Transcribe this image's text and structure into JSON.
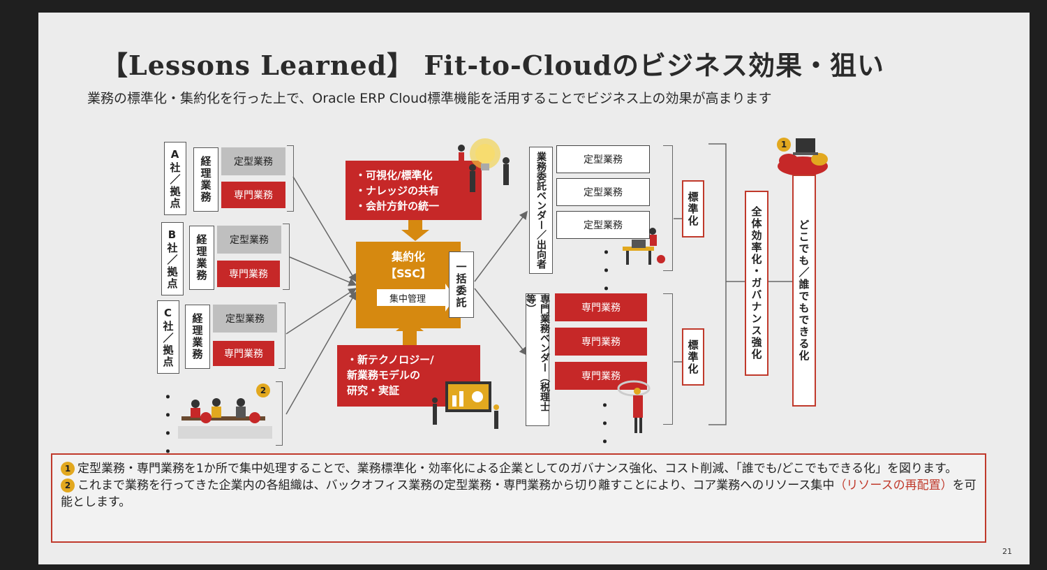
{
  "header": {
    "title": "【Lessons Learned】 Fit-to-Cloudのビジネス効果・狙い",
    "subtitle": "業務の標準化・集約化を行った上で、Oracle ERP Cloud標準機能を活用することでビジネス上の効果が高まります"
  },
  "sites": [
    {
      "name": "A社／拠点",
      "dept": "経理業務",
      "routine": "定型業務",
      "special": "専門業務"
    },
    {
      "name": "B社／拠点",
      "dept": "経理業務",
      "routine": "定型業務",
      "special": "専門業務"
    },
    {
      "name": "C社／拠点",
      "dept": "経理業務",
      "routine": "定型業務",
      "special": "専門業務"
    }
  ],
  "left_ellipsis": "・・・・",
  "center": {
    "top_panel": "・可視化/標準化\n・ナレッジの共有\n・会計方針の統一",
    "ssc_title": "集約化\n【SSC】",
    "ssc_arrow_label": "集中管理",
    "outsource_label": "一括委託",
    "bottom_panel": "・新テクノロジー/\n新業務モデルの\n研究・実証"
  },
  "vendors": {
    "bpo_label": "業務委託ベンダー／出向者",
    "bpo_items": [
      "定型業務",
      "定型業務",
      "定型業務"
    ],
    "expert_label": "専門業務ベンダー（税理士等）",
    "expert_items": [
      "専門業務",
      "専門業務",
      "専門業務"
    ],
    "ellipsis": "・・・"
  },
  "standardize_labels": [
    "標準化",
    "標準化"
  ],
  "overall_label": "全体効率化・ガバナンス強化",
  "anywhere_label": "どこでも／誰でもできる化",
  "badges": [
    "1",
    "2"
  ],
  "notes": [
    {
      "num": "1",
      "text": "定型業務・専門業務を1か所で集中処理することで、業務標準化・効率化による企業としてのガバナンス強化、コスト削減、「誰でも/どこでもできる化」を図ります。"
    },
    {
      "num": "2",
      "text_before": "これまで業務を行ってきた企業内の各組織は、バックオフィス業務の定型業務・専門業務から切り離すことにより、コア業務へのリソース集中",
      "highlight": "（リソースの再配置）",
      "text_after": "を可能とします。"
    }
  ],
  "page_number": "21",
  "colors": {
    "red": "#c62828",
    "orange": "#d68910",
    "gray": "#bfbfbf",
    "background": "#ececec"
  }
}
